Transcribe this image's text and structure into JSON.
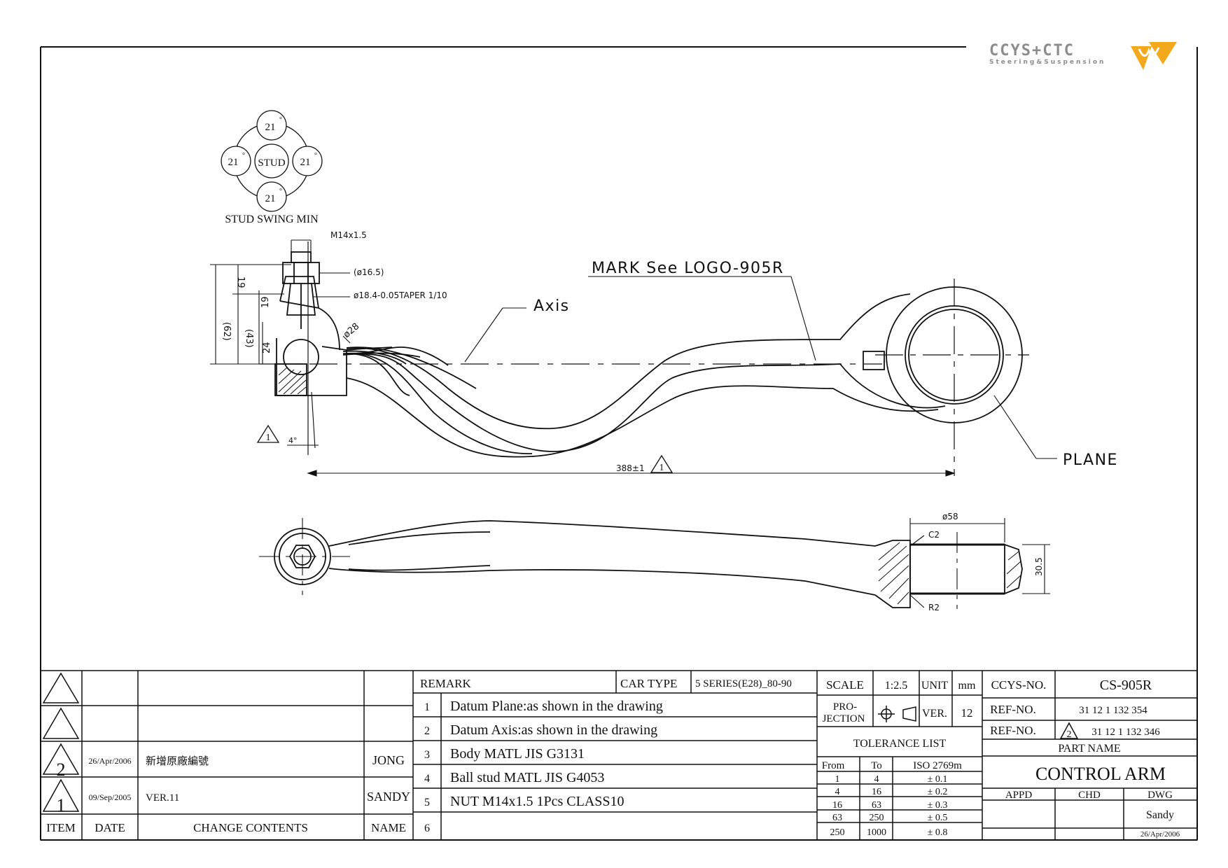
{
  "logo": {
    "name": "CCYS+CTC",
    "tagline": "Steering&Suspension",
    "accent": "#f4a91c"
  },
  "stud_swing": {
    "center": "STUD",
    "angles": [
      "21",
      "21",
      "21",
      "21"
    ],
    "degree": "°",
    "caption": "STUD SWING MIN"
  },
  "dimensions": {
    "thread": "M14x1.5",
    "dia_165": "(ø16.5)",
    "taper": "ø18.4-0.05TAPER 1/10",
    "dia_28": "ø28",
    "v62": "(62)",
    "v43": "(43)",
    "v19a": "19",
    "v19b": "19",
    "v24": "24",
    "angle": "4°",
    "length": "388±1",
    "bore": "ø58",
    "c2": "C2",
    "r2": "R2",
    "h305": "30.5"
  },
  "labels": {
    "mark": "MARK See LOGO-905R",
    "axis": "Axis",
    "plane": "PLANE",
    "tri1": "1"
  },
  "title_block": {
    "revisions": [
      {
        "item": "",
        "date": "",
        "contents": "",
        "name": ""
      },
      {
        "item": "",
        "date": "",
        "contents": "",
        "name": ""
      },
      {
        "item": "2",
        "date": "26/Apr/2006",
        "contents": "新增原廠編號",
        "name": "JONG"
      },
      {
        "item": "1",
        "date": "09/Sep/2005",
        "contents": "VER.11",
        "name": "SANDY"
      }
    ],
    "rev_header": {
      "item": "ITEM",
      "date": "DATE",
      "contents": "CHANGE CONTENTS",
      "name": "NAME"
    },
    "remark_label": "REMARK",
    "car_type_label": "CAR TYPE",
    "car_type": "5 SERIES(E28)_80-90",
    "remarks": [
      {
        "no": "1",
        "text": "Datum Plane:as shown in the drawing"
      },
      {
        "no": "2",
        "text": "Datum Axis:as shown in the drawing"
      },
      {
        "no": "3",
        "text": "Body MATL JIS G3131"
      },
      {
        "no": "4",
        "text": "Ball stud MATL JIS G4053"
      },
      {
        "no": "5",
        "text": "NUT M14x1.5 1Pcs CLASS10"
      },
      {
        "no": "6",
        "text": ""
      }
    ],
    "scale_label": "SCALE",
    "scale": "1:2.5",
    "unit_label": "UNIT",
    "unit": "mm",
    "projection_label_1": "PRO-",
    "projection_label_2": "JECTION",
    "ver_label": "VER.",
    "ver": "12",
    "tolerance_title": "TOLERANCE LIST",
    "tol_header": {
      "from": "From",
      "to": "To",
      "iso": "ISO 2769m"
    },
    "tolerances": [
      {
        "from": "1",
        "to": "4",
        "tol": "± 0.1"
      },
      {
        "from": "4",
        "to": "16",
        "tol": "± 0.2"
      },
      {
        "from": "16",
        "to": "63",
        "tol": "± 0.3"
      },
      {
        "from": "63",
        "to": "250",
        "tol": "± 0.5"
      },
      {
        "from": "250",
        "to": "1000",
        "tol": "± 0.8"
      }
    ],
    "ccys_label": "CCYS-NO.",
    "ccys_no": "CS-905R",
    "ref_label": "REF-NO.",
    "ref1": "31 12 1 132 354",
    "ref2": "31 12 1 132 346",
    "part_name_label": "PART NAME",
    "part_name": "CONTROL ARM",
    "appd": "APPD",
    "chd": "CHD",
    "dwg": "DWG",
    "drawer": "Sandy",
    "draw_date": "26/Apr/2006"
  }
}
